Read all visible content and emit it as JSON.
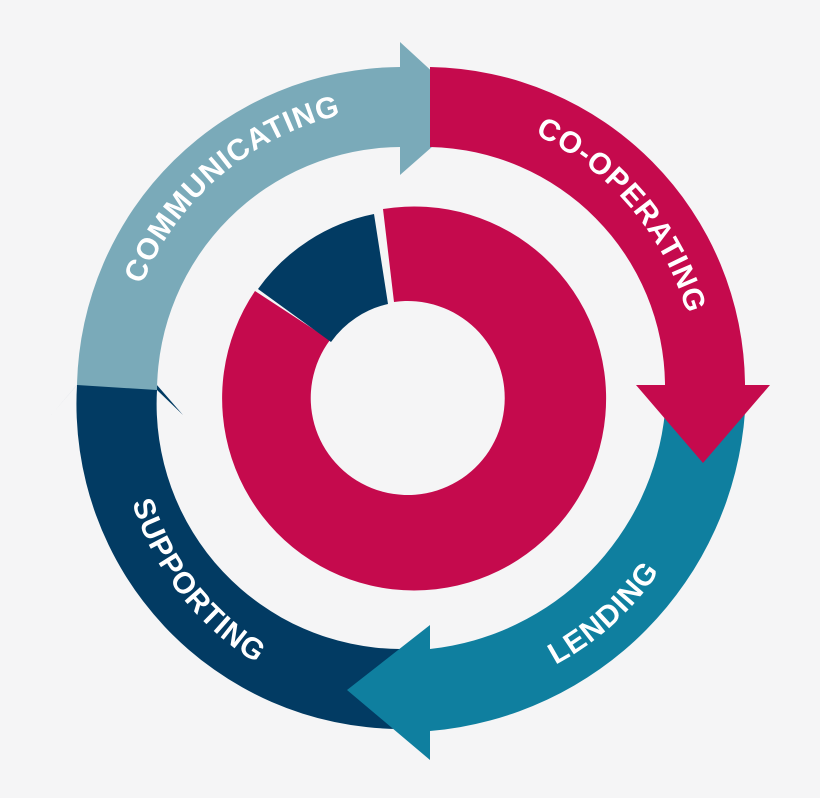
{
  "cycle": {
    "segments": [
      {
        "key": "communicating",
        "label": "COMMUNICATING",
        "color": "#7aaab9"
      },
      {
        "key": "cooperating",
        "label": "CO-OPERATING",
        "color": "#c50a4d"
      },
      {
        "key": "lending",
        "label": "LENDING",
        "color": "#0f7f9f"
      },
      {
        "key": "supporting",
        "label": "SUPPORTING",
        "color": "#023b63"
      }
    ]
  },
  "donut": {
    "slices": [
      {
        "key": "large",
        "color": "#c50a4d"
      },
      {
        "key": "small",
        "color": "#023b63"
      }
    ]
  },
  "colors": {
    "background": "#f5f5f6"
  }
}
